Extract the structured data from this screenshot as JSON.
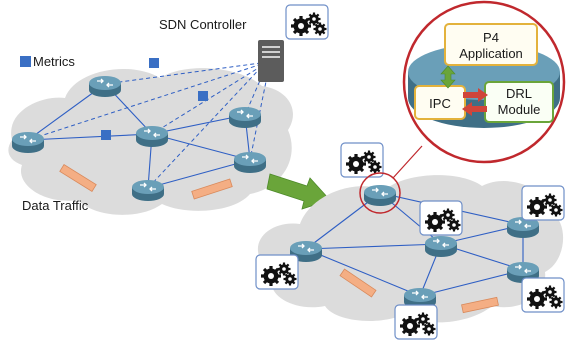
{
  "labels": {
    "controller": "SDN Controller",
    "metrics": "Metrics",
    "data_traffic": "Data Traffic",
    "p4_line1": "P4",
    "p4_line2": "Application",
    "ipc": "IPC",
    "drl_line1": "DRL",
    "drl_line2": "Module"
  },
  "colors": {
    "cloud": "#dcdcdc",
    "router_body": "#5b8ea6",
    "link": "#2f5fc4",
    "control_link": "#2f5fc4",
    "metric_square": "#3a6fc4",
    "traffic_bar": "#f4ae84",
    "big_arrow": "#6aa53a",
    "zoom_circle": "#c0282d",
    "p4_box_border": "#e3b23c",
    "drl_box_border": "#6aa53a",
    "ipc_arrow": "#d0453a"
  },
  "icons": [
    "gear-cluster-icon",
    "router-icon",
    "server-icon",
    "metric-square-icon",
    "traffic-bar-icon"
  ]
}
